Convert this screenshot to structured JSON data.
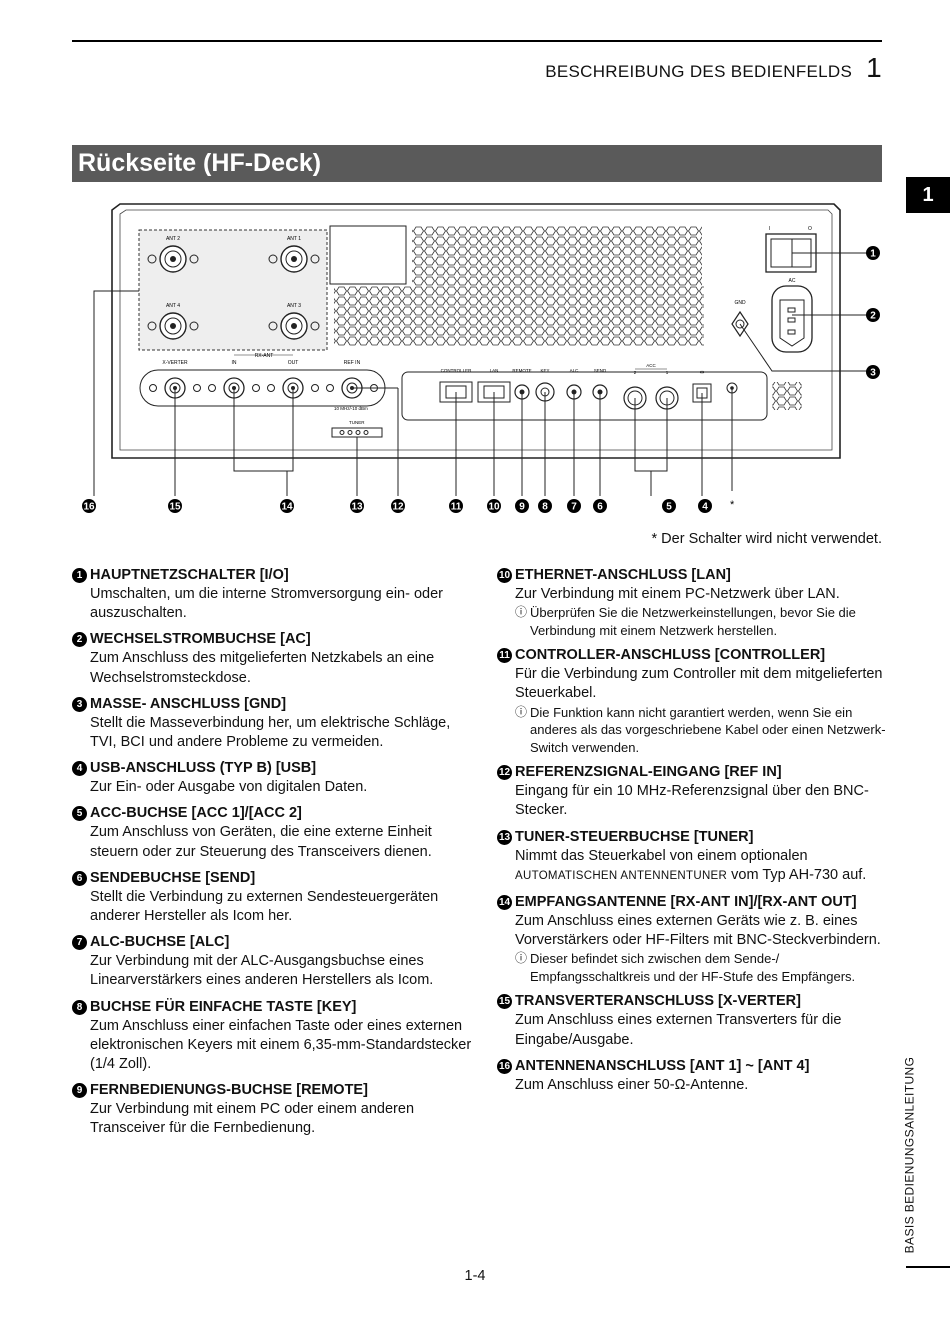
{
  "header": {
    "section_title": "BESCHREIBUNG DES BEDIENFELDS",
    "chapter_number": "1"
  },
  "title": "Rückseite (HF-Deck)",
  "side_tab": {
    "number": "1",
    "label": "BASIS BEDIENUNGSANLEITUNG"
  },
  "diagram": {
    "labels": {
      "ant1": "ANT 1",
      "ant2": "ANT 2",
      "ant3": "ANT 3",
      "ant4": "ANT 4",
      "xverter": "X-VERTER",
      "rxant": "RX-ANT",
      "in": "IN",
      "out": "OUT",
      "refin": "REF IN",
      "refnote": "10 MHz/-10 dBm",
      "tuner": "TUNER",
      "controller": "CONTROLLER",
      "lan": "LAN",
      "remote": "REMOTE",
      "key": "KEY",
      "alc": "ALC",
      "send": "SEND",
      "acc": "ACC",
      "acc2": "2",
      "acc1": "1",
      "gnd": "GND",
      "ac": "AC",
      "sw_off": "I",
      "sw_on": "O",
      "asterisk": "*"
    },
    "callouts": [
      "16",
      "15",
      "14",
      "13",
      "12",
      "11",
      "10",
      "9",
      "8",
      "7",
      "6",
      "5",
      "4"
    ],
    "right_callouts": [
      "1",
      "2",
      "3"
    ]
  },
  "footnote": "* Der Schalter wird nicht verwendet.",
  "items_left": [
    {
      "num": "1",
      "title": "HAUPTNETZSCHALTER [I/O]",
      "text": "Umschalten, um die interne Stromversorgung ein- oder auszuschalten."
    },
    {
      "num": "2",
      "title": "WECHSELSTROMBUCHSE [AC]",
      "text": "Zum Anschluss des mitgelieferten Netzkabels an eine Wechselstromsteckdose."
    },
    {
      "num": "3",
      "title": "MASSE- ANSCHLUSS [GND]",
      "text": "Stellt die Masseverbindung her, um elektrische Schläge, TVI, BCI und andere Probleme zu vermeiden."
    },
    {
      "num": "4",
      "title": "USB-ANSCHLUSS (TYP B) [USB]",
      "text": "Zur Ein- oder Ausgabe von digitalen Daten."
    },
    {
      "num": "5",
      "title": "ACC-BUCHSE [ACC 1]/[ACC 2]",
      "text": "Zum Anschluss von Geräten, die eine externe Einheit steuern oder zur Steuerung des Transceivers dienen."
    },
    {
      "num": "6",
      "title": "SENDEBUCHSE [SEND]",
      "text": "Stellt die Verbindung zu externen Sendesteuergeräten anderer Hersteller als Icom her."
    },
    {
      "num": "7",
      "title": "ALC-BUCHSE [ALC]",
      "text": "Zur Verbindung mit der ALC-Ausgangsbuchse eines Linearverstärkers eines anderen Herstellers als Icom."
    },
    {
      "num": "8",
      "title": "BUCHSE FÜR EINFACHE TASTE [KEY]",
      "text": "Zum Anschluss einer einfachen Taste oder eines externen elektronischen Keyers mit einem 6,35-mm-Standardstecker (1/4 Zoll)."
    },
    {
      "num": "9",
      "title": "FERNBEDIENUNGS-BUCHSE [REMOTE]",
      "text": "Zur Verbindung mit einem PC oder einem anderen Transceiver für die Fernbedienung."
    }
  ],
  "items_right": [
    {
      "num": "10",
      "title": "ETHERNET-ANSCHLUSS [LAN]",
      "text": "Zur Verbindung mit einem PC-Netzwerk über LAN.",
      "note": "Überprüfen Sie die Netzwerkeinstellungen, bevor Sie die Verbindung mit einem Netzwerk herstellen."
    },
    {
      "num": "11",
      "title": "CONTROLLER-ANSCHLUSS [CONTROLLER]",
      "text": "Für die Verbindung zum Controller mit dem mitgelieferten Steuerkabel.",
      "note": "Die Funktion kann nicht garantiert werden, wenn Sie ein anderes als das vorgeschriebene Kabel oder einen Netzwerk-Switch verwenden."
    },
    {
      "num": "12",
      "title": "REFERENZSIGNAL-EINGANG [REF IN]",
      "text": "Eingang für ein 10 MHz-Referenzsignal über den BNC-Stecker."
    },
    {
      "num": "13",
      "title": "TUNER-STEUERBUCHSE [TUNER]",
      "text_a": "Nimmt das Steuerkabel von einem optionalen",
      "text_sc": "AUTOMATISCHEN ANTENNENTUNER",
      "text_b": "vom Typ AH-730 auf."
    },
    {
      "num": "14",
      "title": "EMPFANGSANTENNE [RX-ANT IN]/[RX-ANT OUT]",
      "text": "Zum Anschluss eines externen Geräts wie z. B. eines Vorverstärkers oder HF-Filters mit BNC-Steckverbindern.",
      "note": "Dieser befindet sich zwischen dem Sende-/ Empfangsschaltkreis und der HF-Stufe des Empfängers."
    },
    {
      "num": "15",
      "title": "TRANSVERTERANSCHLUSS [X-VERTER]",
      "text": "Zum Anschluss eines externen Transverters für die Eingabe/Ausgabe."
    },
    {
      "num": "16",
      "title": "ANTENNENANSCHLUSS [ANT 1] ~ [ANT 4]",
      "text": "Zum Anschluss einer 50-Ω-Antenne."
    }
  ],
  "note_icon": "info-icon",
  "page_number": "1-4"
}
